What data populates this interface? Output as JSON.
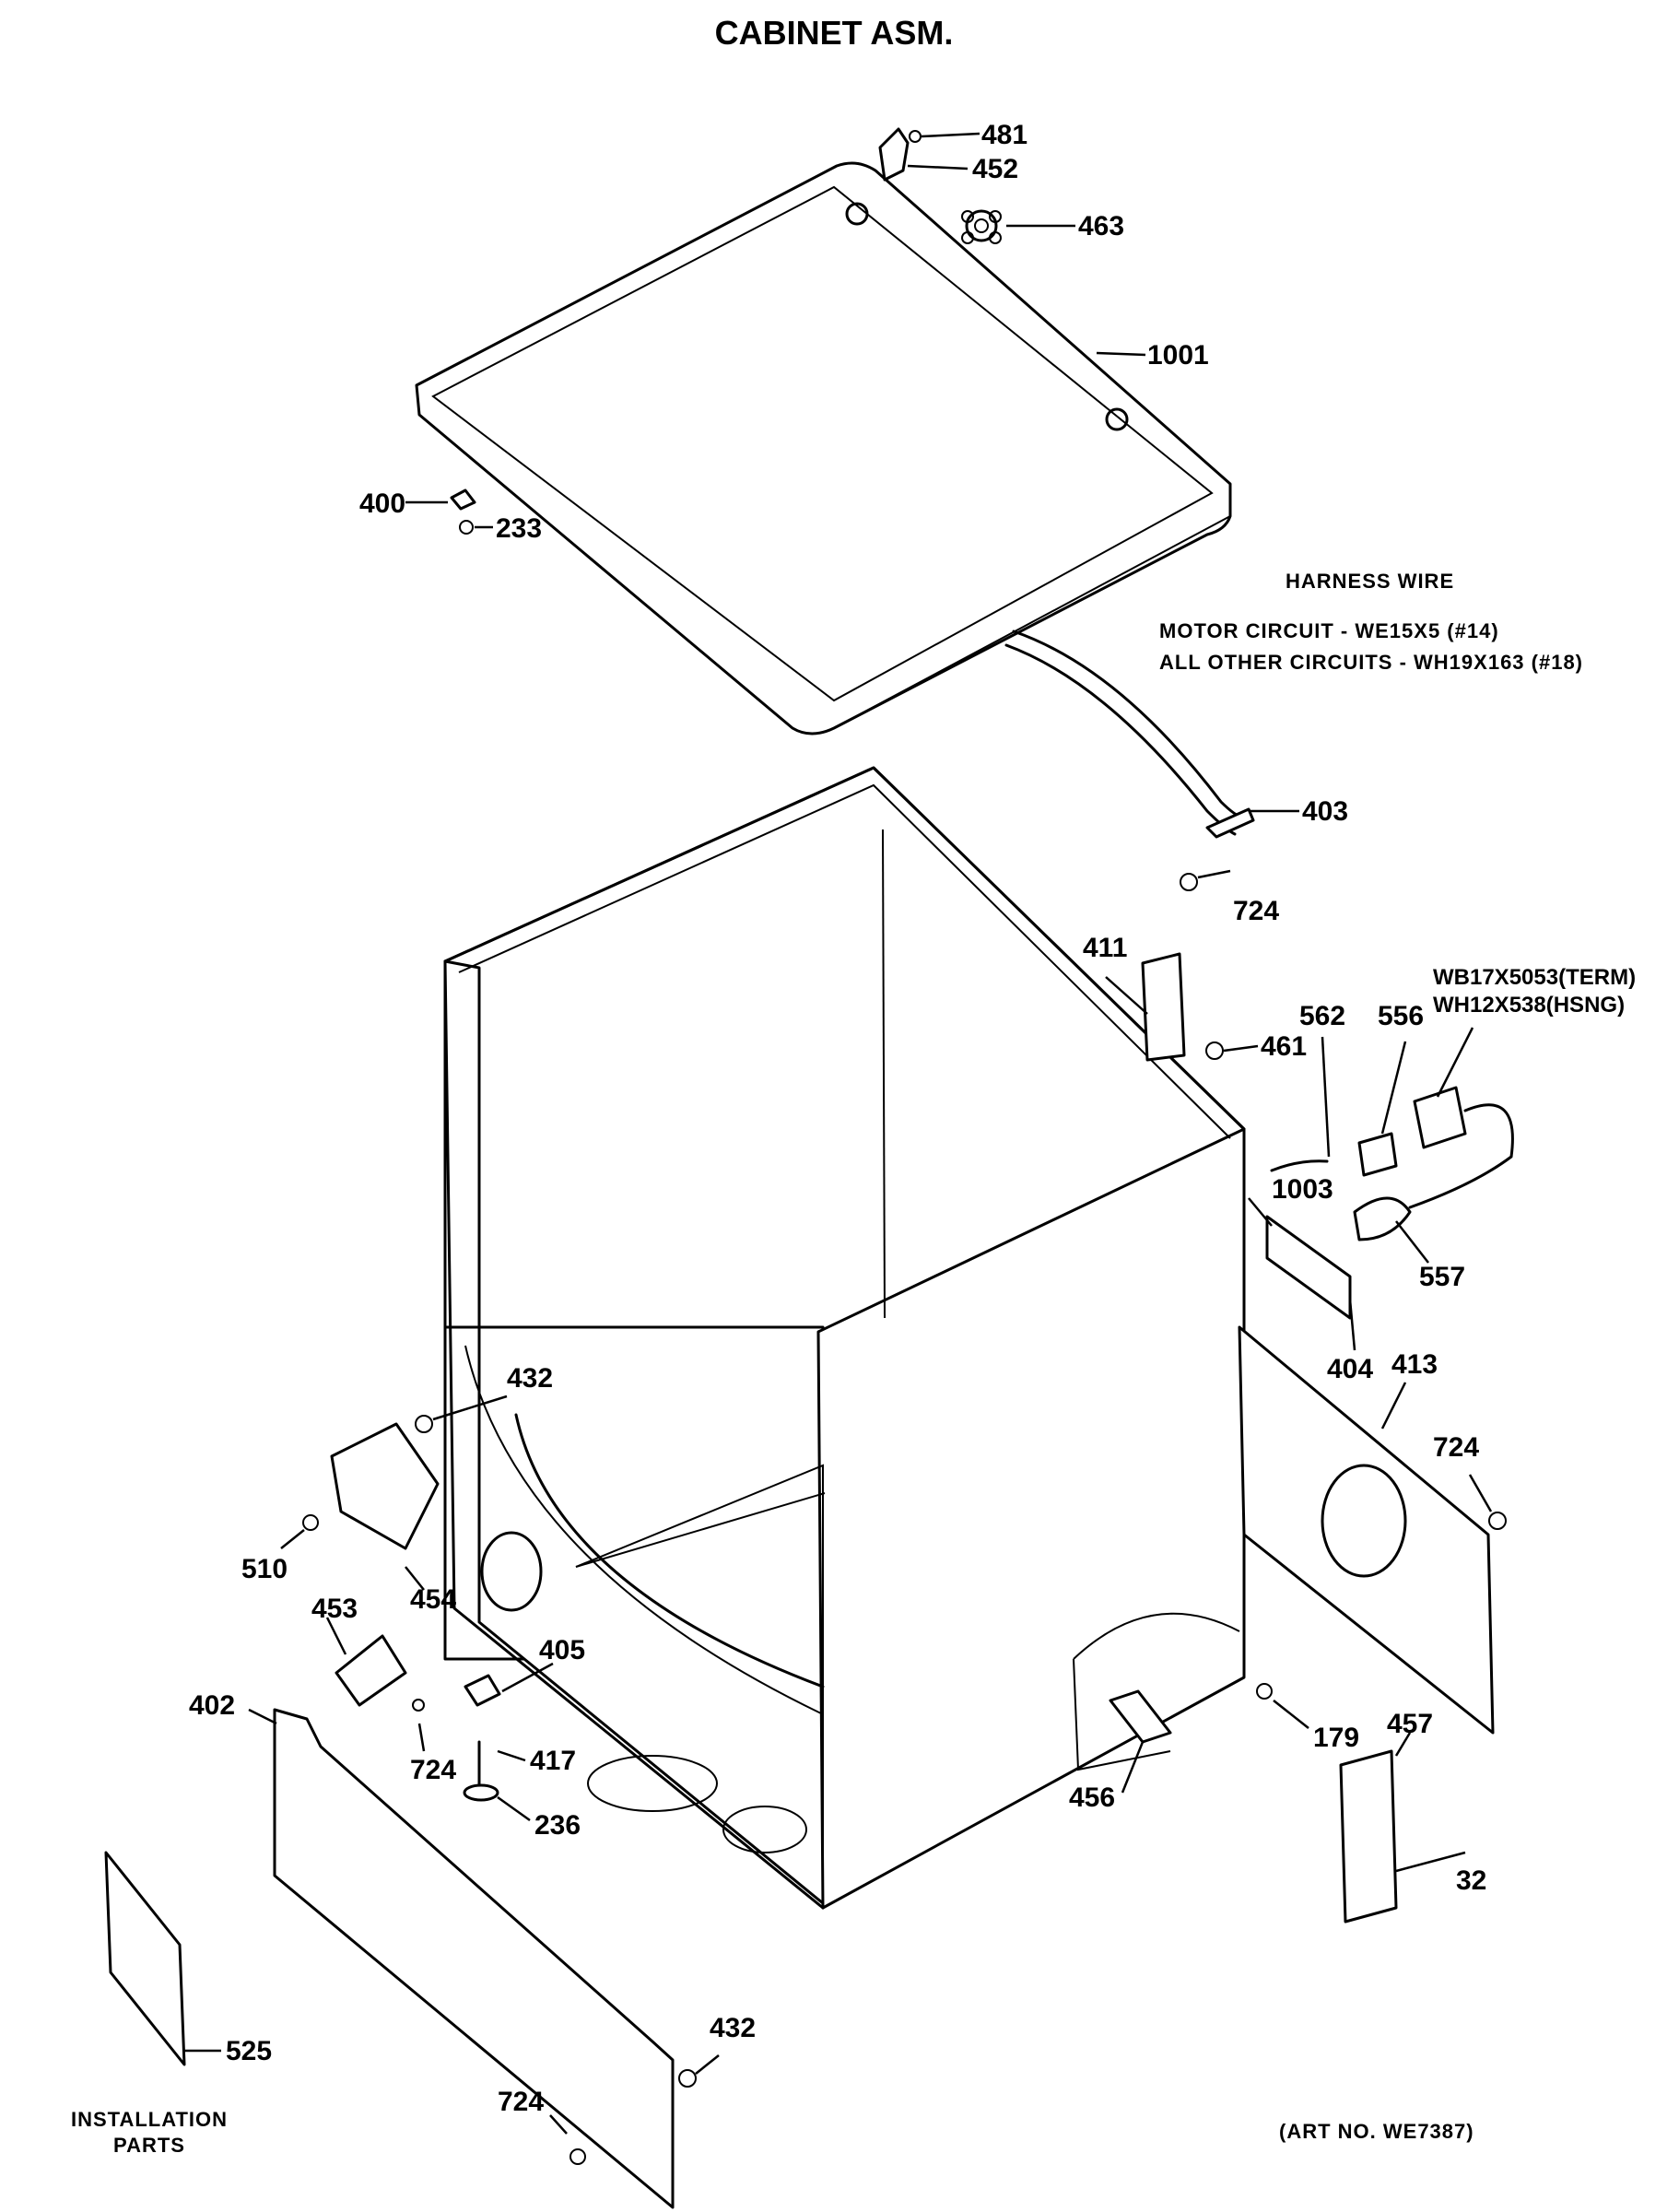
{
  "title": "CABINET ASM.",
  "harness_note": {
    "heading": "HARNESS WIRE",
    "line1": "MOTOR CIRCUIT - WE15X5 (#14)",
    "line2": "ALL OTHER CIRCUITS - WH19X163 (#18)"
  },
  "term_note": {
    "line1": "WB17X5053(TERM)",
    "line2": "WH12X538(HSNG)"
  },
  "installation": {
    "line1": "INSTALLATION",
    "line2": "PARTS"
  },
  "art_no": "(ART NO. WE7387)",
  "callouts": {
    "p481": "481",
    "p452": "452",
    "p463": "463",
    "p1001": "1001",
    "p400": "400",
    "p233": "233",
    "p403": "403",
    "p724a": "724",
    "p411": "411",
    "p461": "461",
    "p562": "562",
    "p556": "556",
    "p557": "557",
    "p1003": "1003",
    "p404": "404",
    "p413": "413",
    "p724b": "724",
    "p432a": "432",
    "p510": "510",
    "p454": "454",
    "p453": "453",
    "p724c": "724",
    "p405": "405",
    "p417": "417",
    "p236": "236",
    "p402": "402",
    "p179": "179",
    "p457": "457",
    "p32": "32",
    "p456": "456",
    "p525": "525",
    "p724d": "724",
    "p432b": "432"
  }
}
